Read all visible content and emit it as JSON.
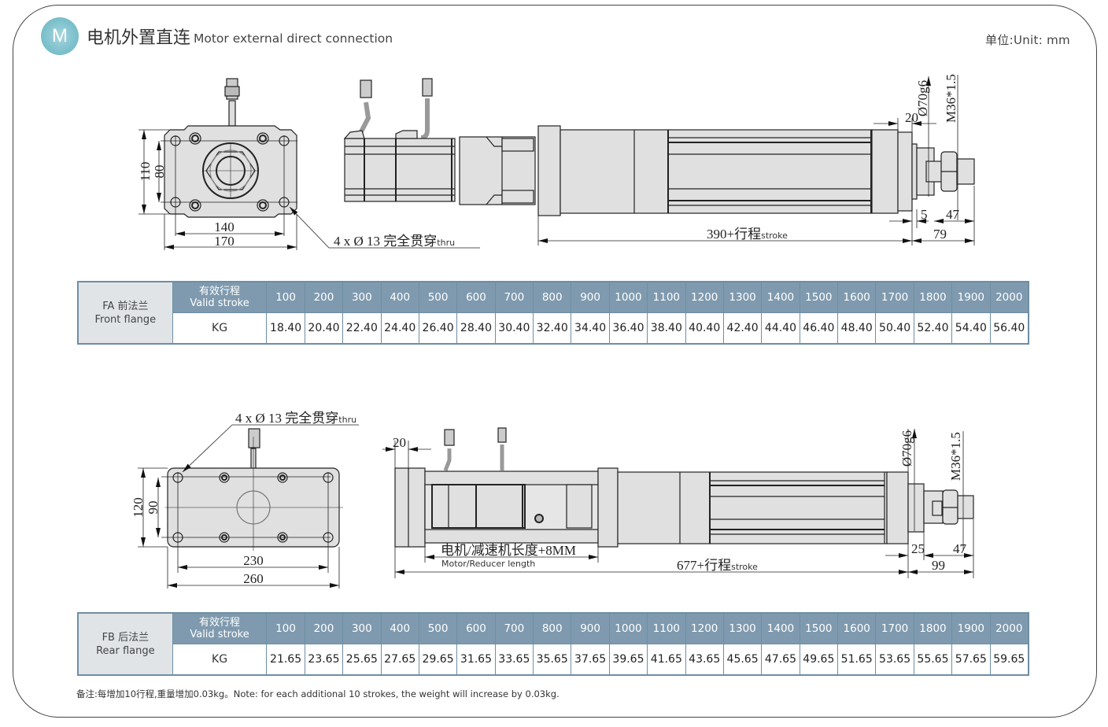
{
  "header": {
    "badge_letter": "M",
    "title_cn": "电机外置直连",
    "title_en": "Motor external direct connection",
    "unit": "单位:Unit: mm",
    "badge_color": "#7cc0cc"
  },
  "drawing_fa": {
    "flange_dims": {
      "height_outer": "110",
      "height_inner": "80",
      "width_inner": "140",
      "width_outer": "170"
    },
    "hole_note": {
      "text": "4 x Ø 13 完全贯穿",
      "suffix": "thru"
    },
    "front_dims": {
      "d20": "20",
      "shaft": "Ø70g6",
      "thread": "M36*1.5",
      "d5": "5",
      "d47": "47",
      "d79": "79"
    },
    "stroke_label": {
      "text": "390+行程",
      "suffix": "stroke"
    }
  },
  "drawing_fb": {
    "flange_dims": {
      "height_outer": "120",
      "height_inner": "90",
      "width_inner": "230",
      "width_outer": "260"
    },
    "hole_note": {
      "text": "4 x Ø 13 完全贯穿",
      "suffix": "thru"
    },
    "rear_dims": {
      "d20": "20",
      "shaft": "Ø70g6",
      "thread": "M36*1.5",
      "d25": "25",
      "d47": "47",
      "d99": "99"
    },
    "motor_length": {
      "cn": "电机/减速机长度+8MM",
      "en": "Motor/Reducer length"
    },
    "stroke_label": {
      "text": "677+行程",
      "suffix": "stroke"
    }
  },
  "table_fa": {
    "label_cn": "FA 前法兰",
    "label_en": "Front flange",
    "header_cn": "有效行程",
    "header_en": "Valid stroke",
    "row_label": "KG",
    "strokes": [
      "100",
      "200",
      "300",
      "400",
      "500",
      "600",
      "700",
      "800",
      "900",
      "1000",
      "1100",
      "1200",
      "1300",
      "1400",
      "1500",
      "1600",
      "1700",
      "1800",
      "1900",
      "2000"
    ],
    "weights": [
      "18.40",
      "20.40",
      "22.40",
      "24.40",
      "26.40",
      "28.40",
      "30.40",
      "32.40",
      "34.40",
      "36.40",
      "38.40",
      "40.40",
      "42.40",
      "44.40",
      "46.40",
      "48.40",
      "50.40",
      "52.40",
      "54.40",
      "56.40"
    ]
  },
  "table_fb": {
    "label_cn": "FB 后法兰",
    "label_en": "Rear flange",
    "header_cn": "有效行程",
    "header_en": "Valid stroke",
    "row_label": "KG",
    "strokes": [
      "100",
      "200",
      "300",
      "400",
      "500",
      "600",
      "700",
      "800",
      "900",
      "1000",
      "1100",
      "1200",
      "1300",
      "1400",
      "1500",
      "1600",
      "1700",
      "1800",
      "1900",
      "2000"
    ],
    "weights": [
      "21.65",
      "23.65",
      "25.65",
      "27.65",
      "29.65",
      "31.65",
      "33.65",
      "35.65",
      "37.65",
      "39.65",
      "41.65",
      "43.65",
      "45.65",
      "47.65",
      "49.65",
      "51.65",
      "53.65",
      "55.65",
      "57.65",
      "59.65"
    ]
  },
  "note": "备注:每增加10行程,重量增加0.03kg。Note: for each additional 10 strokes, the weight will increase by 0.03kg.",
  "colors": {
    "table_header": "#7f9aae",
    "table_label": "#e1e4e7",
    "table_border": "#6e8ea4",
    "part_fill": "#e0e0e0"
  }
}
